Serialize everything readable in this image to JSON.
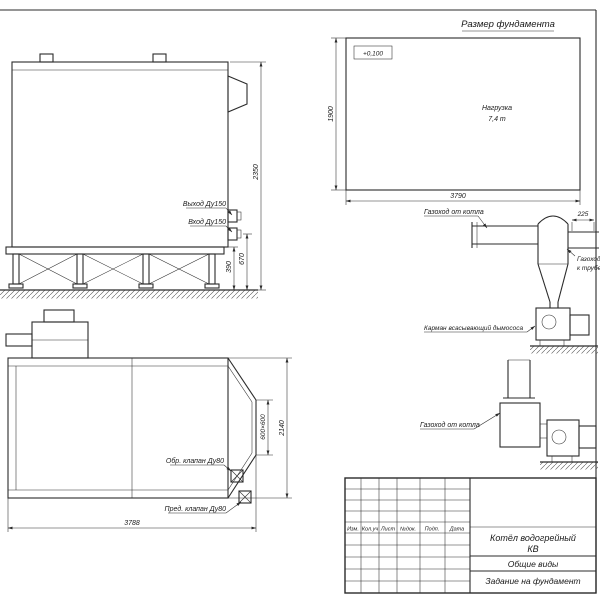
{
  "style": {
    "paper": "#ffffff",
    "ink": "#1f1f1f"
  },
  "foundation_plan": {
    "title": "Размер фундамента",
    "elevation_mark": "+0,100",
    "load_label_1": "Нагрузка",
    "load_label_2": "7,4 т",
    "dim_length": "3790",
    "dim_width": "1900"
  },
  "boiler_side_view": {
    "dim_height_overall": "2350",
    "dim_inlet_height": "670",
    "dim_frame_height": "390",
    "outlet_label": "Выход Ду150",
    "inlet_label": "Вход Ду150"
  },
  "boiler_top_view": {
    "dim_length": "3788",
    "dim_width": "2140",
    "dim_opening": "600×600",
    "check_valve_label": "Обр. клапан Ду80",
    "safety_valve_label": "Пред. клапан Ду80"
  },
  "flue_diagram_upper": {
    "flue_from_boiler_label": "Газоход от котла",
    "dim_offset": "225",
    "flue_to_stack_label_1": "Газоход",
    "flue_to_stack_label_2": "к трубе",
    "suction_pocket_label": "Карман всасывающий дымососа"
  },
  "flue_diagram_lower": {
    "flue_from_boiler_label": "Газоход от котла"
  },
  "title_block": {
    "col_izm": "Изм.",
    "col_koluch": "Кол.уч",
    "col_list": "Лист",
    "col_ndok": "№док.",
    "col_podp": "Подп.",
    "col_data": "Дата",
    "product_name_1": "Котёл водогрейный",
    "product_name_2": "КВ",
    "doc_type_1": "Общие виды",
    "doc_type_2": "Задание на фундамент"
  }
}
